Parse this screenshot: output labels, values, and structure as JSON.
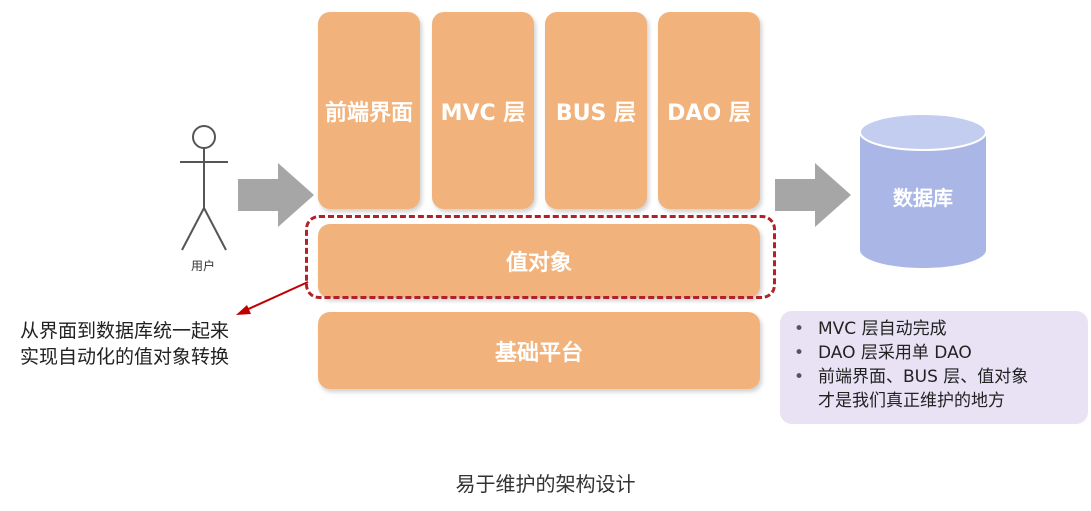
{
  "layers": {
    "frontend": "前端界面",
    "mvc": "MVC 层",
    "bus": "BUS 层",
    "dao": "DAO 层",
    "value_object": "值对象",
    "base_platform": "基础平台"
  },
  "user_label": "用户",
  "database_label": "数据库",
  "note_lines": [
    "从界面到数据库统一起来",
    "实现自动化的值对象转换"
  ],
  "bullets": [
    "MVC 层自动完成",
    "DAO 层采用单 DAO",
    "前端界面、BUS 层、值对象",
    "才是我们真正维护的地方"
  ],
  "caption": "易于维护的架构设计",
  "colors": {
    "layer": "#f2b27b",
    "database": "#a9b6e6",
    "arrow": "#a6a6a6",
    "dashed": "#b3202a",
    "bullet_box": "#e8e2f4"
  }
}
